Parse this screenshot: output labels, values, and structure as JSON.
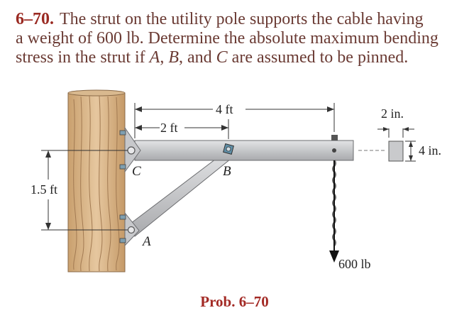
{
  "problem": {
    "number": "6–70.",
    "line1": "The strut on the utility pole supports the cable having",
    "line2": "a weight of 600 lb. Determine the absolute maximum bending",
    "line3_pre": "stress in the strut if ",
    "pt_a": "A",
    "sep1": ", ",
    "pt_b": "B",
    "sep2": ", and ",
    "pt_c": "C",
    "line3_post": " are assumed to be pinned."
  },
  "figure": {
    "dim_4ft": "4 ft",
    "dim_2ft": "2 ft",
    "dim_15ft": "1.5 ft",
    "dim_2in": "2 in.",
    "dim_4in": "4 in.",
    "label_a": "A",
    "label_b": "B",
    "label_c": "C",
    "load": "600 lb"
  },
  "caption": "Prob. 6–70",
  "colors": {
    "title": "#9a2a22",
    "text": "#6a3a33",
    "wood": "#d8b48c",
    "strut": "#c2c3c5",
    "dim_line": "#333333"
  }
}
